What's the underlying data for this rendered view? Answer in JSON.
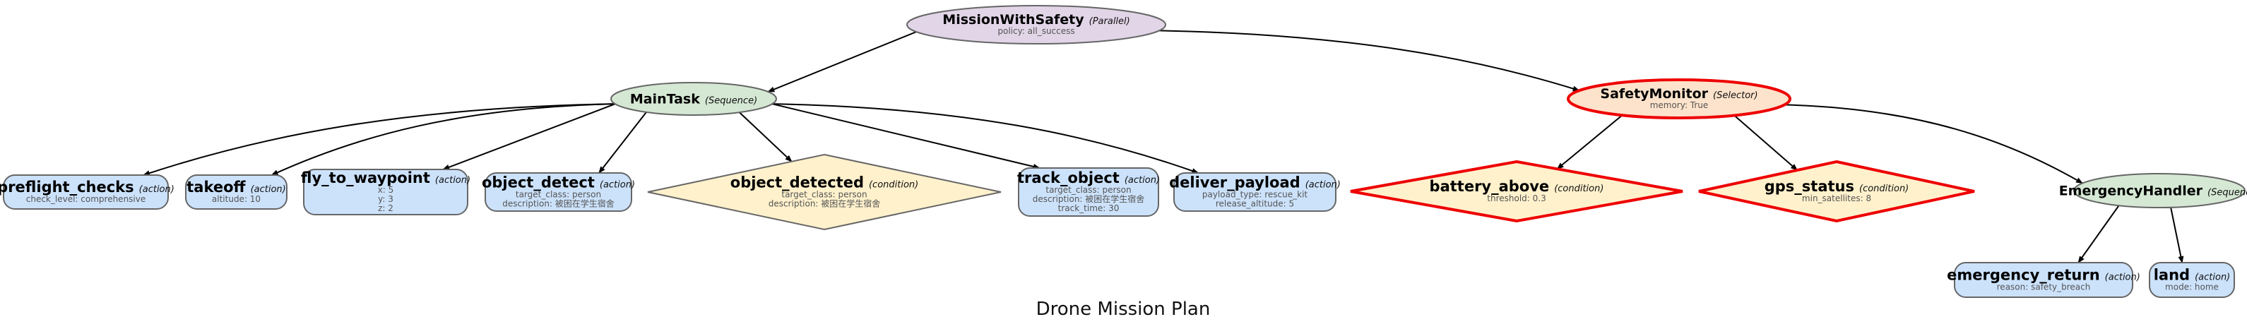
{
  "title": "Drone Mission Plan",
  "colors": {
    "parallel_fill": "#e1d5e7",
    "sequence_fill": "#d5e8d4",
    "selector_fill": "#fde3cb",
    "action_fill": "#cce2fb",
    "condition_fill": "#fff1cc",
    "normal_stroke": "#666666",
    "safety_stroke": "#ee0000",
    "edge": "#000000"
  },
  "nodes": [
    {
      "id": "MissionWithSafety",
      "name": "MissionWithSafety",
      "type": "(Parallel)",
      "kind": "parallel",
      "safety": false,
      "params": [
        "policy: all_success"
      ]
    },
    {
      "id": "MainTask",
      "name": "MainTask",
      "type": "(Sequence)",
      "kind": "sequence",
      "safety": false,
      "params": []
    },
    {
      "id": "SafetyMonitor",
      "name": "SafetyMonitor",
      "type": "(Selector)",
      "kind": "selector",
      "safety": true,
      "params": [
        "memory: True"
      ]
    },
    {
      "id": "preflight_checks",
      "name": "preflight_checks",
      "type": "(action)",
      "kind": "action",
      "safety": false,
      "params": [
        "check_level: comprehensive"
      ]
    },
    {
      "id": "takeoff",
      "name": "takeoff",
      "type": "(action)",
      "kind": "action",
      "safety": false,
      "params": [
        "altitude: 10"
      ]
    },
    {
      "id": "fly_to_waypoint",
      "name": "fly_to_waypoint",
      "type": "(action)",
      "kind": "action",
      "safety": false,
      "params": [
        "x: 5",
        "y: 3",
        "z: 2"
      ]
    },
    {
      "id": "object_detect",
      "name": "object_detect",
      "type": "(action)",
      "kind": "action",
      "safety": false,
      "params": [
        "target_class: person",
        "description: 被困在学生宿舍"
      ]
    },
    {
      "id": "object_detected",
      "name": "object_detected",
      "type": "(condition)",
      "kind": "condition",
      "safety": false,
      "params": [
        "target_class: person",
        "description: 被困在学生宿舍"
      ]
    },
    {
      "id": "track_object",
      "name": "track_object",
      "type": "(action)",
      "kind": "action",
      "safety": false,
      "params": [
        "target_class: person",
        "description: 被困在学生宿舍",
        "track_time: 30"
      ]
    },
    {
      "id": "deliver_payload",
      "name": "deliver_payload",
      "type": "(action)",
      "kind": "action",
      "safety": false,
      "params": [
        "payload_type: rescue_kit",
        "release_altitude: 5"
      ]
    },
    {
      "id": "battery_above",
      "name": "battery_above",
      "type": "(condition)",
      "kind": "condition",
      "safety": true,
      "params": [
        "threshold: 0.3"
      ]
    },
    {
      "id": "gps_status",
      "name": "gps_status",
      "type": "(condition)",
      "kind": "condition",
      "safety": true,
      "params": [
        "min_satellites: 8"
      ]
    },
    {
      "id": "EmergencyHandler",
      "name": "EmergencyHandler",
      "type": "(Sequence)",
      "kind": "sequence",
      "safety": false,
      "params": []
    },
    {
      "id": "emergency_return",
      "name": "emergency_return",
      "type": "(action)",
      "kind": "action",
      "safety": false,
      "params": [
        "reason: safety_breach"
      ]
    },
    {
      "id": "land",
      "name": "land",
      "type": "(action)",
      "kind": "action",
      "safety": false,
      "params": [
        "mode: home"
      ]
    }
  ],
  "edges": [
    {
      "from": "MissionWithSafety",
      "to": "MainTask"
    },
    {
      "from": "MissionWithSafety",
      "to": "SafetyMonitor"
    },
    {
      "from": "MainTask",
      "to": "preflight_checks"
    },
    {
      "from": "MainTask",
      "to": "takeoff"
    },
    {
      "from": "MainTask",
      "to": "fly_to_waypoint"
    },
    {
      "from": "MainTask",
      "to": "object_detect"
    },
    {
      "from": "MainTask",
      "to": "object_detected"
    },
    {
      "from": "MainTask",
      "to": "track_object"
    },
    {
      "from": "MainTask",
      "to": "deliver_payload"
    },
    {
      "from": "SafetyMonitor",
      "to": "battery_above"
    },
    {
      "from": "SafetyMonitor",
      "to": "gps_status"
    },
    {
      "from": "SafetyMonitor",
      "to": "EmergencyHandler"
    },
    {
      "from": "EmergencyHandler",
      "to": "emergency_return"
    },
    {
      "from": "EmergencyHandler",
      "to": "land"
    }
  ]
}
